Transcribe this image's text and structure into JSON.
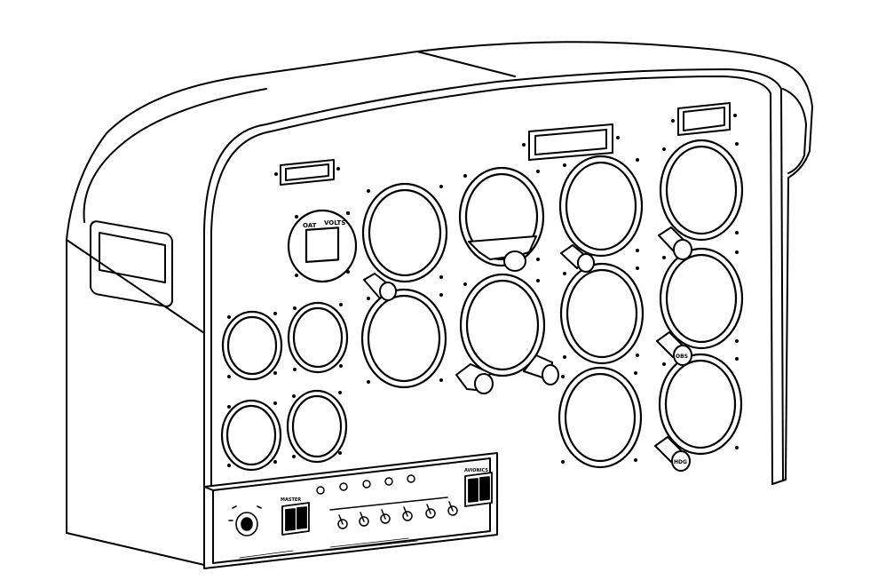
{
  "colors": {
    "ink": "#000000",
    "paper": "#ffffff",
    "shade": "#e9e9e9"
  },
  "labels": {
    "oat": "OAT",
    "volts": "VOLTS",
    "hdg": "HDG",
    "obs": "OBS",
    "avionics": "AVIONICS",
    "master": "MASTER"
  }
}
